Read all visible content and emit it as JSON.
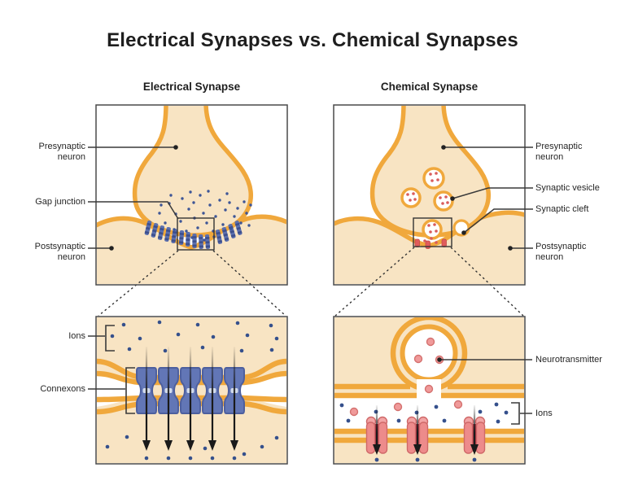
{
  "title": "Electrical Synapses vs. Chemical Synapses",
  "electrical": {
    "heading": "Electrical Synapse",
    "labels": {
      "presynaptic_neuron": "Presynaptic neuron",
      "gap_junction": "Gap junction",
      "postsynaptic_neuron": "Postsynaptic neuron",
      "ions": "Ions",
      "connexons": "Connexons"
    }
  },
  "chemical": {
    "heading": "Chemical Synapse",
    "labels": {
      "presynaptic_neuron": "Presynaptic neuron",
      "synaptic_vesicle": "Synaptic vesicle",
      "synaptic_cleft": "Synaptic cleft",
      "postsynaptic_neuron": "Postsynaptic neuron",
      "neurotransmitter": "Neurotransmitter",
      "ions": "Ions"
    }
  },
  "colors": {
    "membrane_orange": "#F0A83C",
    "cell_tan": "#F8E4C3",
    "connexon_blue": "#6276B6",
    "gap_junction_bar_blue": "#5B6FAE",
    "ion_dot_blue": "#35508C",
    "neurotransmitter_pink": "#EE8D8D",
    "receptor_pink": "#ED8B8B",
    "leader_line": "#3A3A3A",
    "panel_border": "#4A4A4A",
    "text": "#1E1E1E"
  }
}
